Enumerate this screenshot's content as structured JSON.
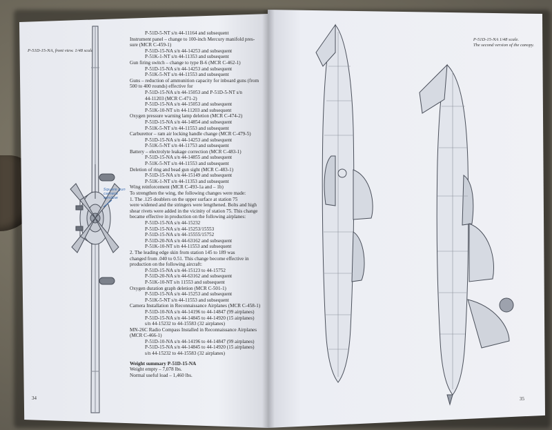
{
  "left_page": {
    "caption": "P-51D-15-NA, front view. 1/48 scale.",
    "annotation": [
      "Square gun",
      "camera",
      "window"
    ],
    "page_number": "34",
    "lines": [
      {
        "t": "P-51D-5-NT s/n 44-11164 and subsequent",
        "c": "ind1"
      },
      {
        "t": "Instrument panel – change to 100-inch Mercury manifold pres-",
        "c": ""
      },
      {
        "t": "sure (MCR C-459-1)",
        "c": ""
      },
      {
        "t": "P-51D-15-NA s/n 44-14253 and subsequent",
        "c": "ind1"
      },
      {
        "t": "P-51K-1-NT s/n 44-11353 and subsequent",
        "c": "ind1"
      },
      {
        "t": "Gun firing switch – change to type B-6 (MCR C-462-1)",
        "c": ""
      },
      {
        "t": "P-51D-15-NA s/n 44-14253 and subsequent",
        "c": "ind1"
      },
      {
        "t": "P-51K-5-NT s/n 44-11553 and subsequent",
        "c": "ind1"
      },
      {
        "t": "Guns – reduction of ammunition capacity for inboard guns (from",
        "c": ""
      },
      {
        "t": "500 to 400 rounds) effective for",
        "c": ""
      },
      {
        "t": "P-51D-15-NA s/n 44-15053 and P-51D-5-NT s/n",
        "c": "ind1"
      },
      {
        "t": "44-11203 (MCR C-471-2)",
        "c": "ind1"
      },
      {
        "t": "P-51D-15-NA s/n 44-15053 and subsequent",
        "c": "ind1"
      },
      {
        "t": "P-51K-10-NT s/n 44-11203 and subsequent",
        "c": "ind1"
      },
      {
        "t": "Oxygen pressure warning lamp deletion (MCR C-474-2)",
        "c": ""
      },
      {
        "t": "P-51D-15-NA s/n 44-14854 and subsequent",
        "c": "ind1"
      },
      {
        "t": "P-51K-5-NT s/n 44-11553 and subsequent",
        "c": "ind1"
      },
      {
        "t": "Carburettor – ram air locking handle change (MCR C-479-5)",
        "c": ""
      },
      {
        "t": "P-51D-15-NA s/n 44-14253 and subsequent",
        "c": "ind1"
      },
      {
        "t": "P-51K-5-NT s/n 44-11753 and subsequent",
        "c": "ind1"
      },
      {
        "t": "Battery – electrolyte leakage correction (MCR C-483-1)",
        "c": ""
      },
      {
        "t": "P-51D-15-NA s/n 44-14855 and subsequent",
        "c": "ind1"
      },
      {
        "t": "P-51K-5-NT s/n 44-11553 and subsequent",
        "c": "ind1"
      },
      {
        "t": "Deletion of ring and bead gun sight (MCR C-483-1)",
        "c": ""
      },
      {
        "t": "P-51D-15-NA s/n 44-15149 and subsequent",
        "c": "ind1"
      },
      {
        "t": "P-51K-1-NT s/n 44-11353 and subsequent",
        "c": "ind1"
      },
      {
        "t": "Wing reinforcement (MCR C-493-1a and – 1b)",
        "c": ""
      },
      {
        "t": "To strengthen the wing, the following changes were made:",
        "c": ""
      },
      {
        "t": "1.     The .125 doublers on the upper surface at station 75",
        "c": ""
      },
      {
        "t": "were widened and the stringers were lengthened. Bolts and high",
        "c": ""
      },
      {
        "t": "shear rivets were added in the vicinity of station 75. This change",
        "c": ""
      },
      {
        "t": "became effective in production on the following airplanes:",
        "c": ""
      },
      {
        "t": "P-51D-15-NA s/n 44-15232",
        "c": "ind1"
      },
      {
        "t": "P-51D-15-NA s/n 44-15253/15553",
        "c": "ind1"
      },
      {
        "t": "P-51D-15-NA s/n 44-15555/15752",
        "c": "ind1"
      },
      {
        "t": "P-51D-20-NA s/n 44-63162 and subsequent",
        "c": "ind1"
      },
      {
        "t": "P-51K-10-NT s/n 44-11553 and subsequent",
        "c": "ind1"
      },
      {
        "t": "2.     The leading edge skin from station 145 to 189 was",
        "c": ""
      },
      {
        "t": "changed from .040 to 0.51. This change become effective in",
        "c": ""
      },
      {
        "t": "production on the following aircraft:",
        "c": ""
      },
      {
        "t": "P-51D-15-NA s/n 44-15123 to 44-15752",
        "c": "ind1"
      },
      {
        "t": "P-51D-20-NA s/n 44-63162 and subsequent",
        "c": "ind1"
      },
      {
        "t": "P-51K-10-NT s/n 11553 and subsequent",
        "c": "ind1"
      },
      {
        "t": "Oxygen duration graph deletion (MCR C-501-1)",
        "c": ""
      },
      {
        "t": "P-51D-15-NA s/n 44-15253 and subsequent",
        "c": "ind1"
      },
      {
        "t": "P-51K-5-NT s/n 44-11553 and subsequent",
        "c": "ind1"
      },
      {
        "t": "Camera Installation in Reconnaissance Airplanes (MCR C-458-1)",
        "c": ""
      },
      {
        "t": "P-51D-10-NA s/n 44-14196 to 44-14847 (99 airplanes)",
        "c": "ind1"
      },
      {
        "t": "P-51D-15-NA s/n 44-14845 to 44-14920 (15 airplanes)",
        "c": "ind1"
      },
      {
        "t": "s/n 44-15232 to 44-15583 (32 airplanes)",
        "c": "ind1"
      },
      {
        "t": "MN-26C Radio Compass Installed in Reconnaissance Airplanes",
        "c": ""
      },
      {
        "t": "(MCR C-466-1)",
        "c": ""
      },
      {
        "t": "P-51D-10-NA s/n 44-14196 to 44-14847 (99 airplanes)",
        "c": "ind1"
      },
      {
        "t": "P-51D-15-NA s/n 44-14845 to 44-14920 (15 airplanes)",
        "c": "ind1"
      },
      {
        "t": "s/n 44-15232 to 44-15583 (32 airplanes)",
        "c": "ind1"
      },
      {
        "t": "",
        "c": ""
      },
      {
        "t": "Weight summary P-51D-15-NA",
        "c": "bold"
      },
      {
        "t": "Weight empty – 7,078 lbs.",
        "c": ""
      },
      {
        "t": "Normal useful load – 1,460 lbs.",
        "c": ""
      }
    ]
  },
  "right_page": {
    "caption": [
      "P-51D-15-NA 1/48 scale.",
      "The second version of the canopy."
    ],
    "page_number": "35"
  }
}
